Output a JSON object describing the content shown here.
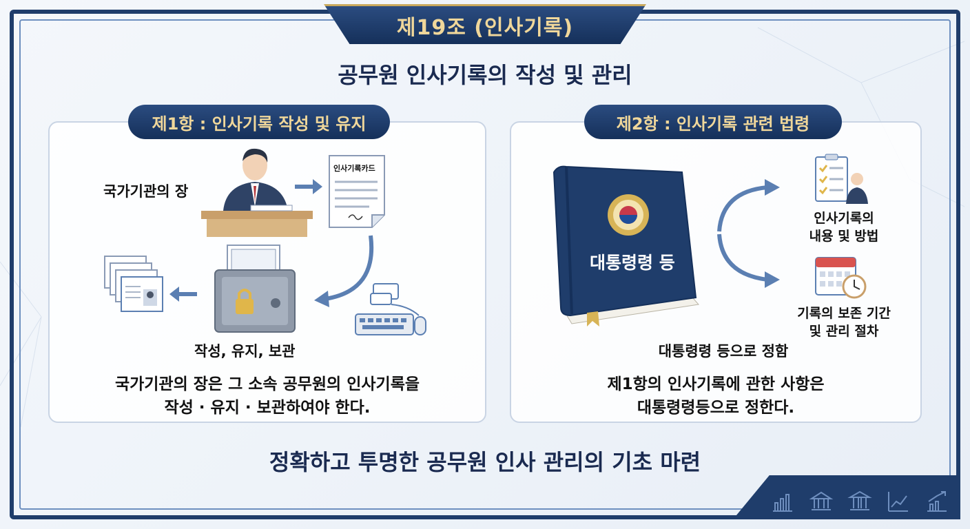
{
  "title": "제19조 (인사기록)",
  "subtitle": "공무원 인사기록의 작성 및 관리",
  "section1": {
    "heading": "제1항 : 인사기록 작성 및 유지",
    "actor_label": "국가기관의 장",
    "card_label": "인사기록카드",
    "process_label": "작성, 유지, 보관",
    "description_line1": "국가기관의 장은 그 소속 공무원의 인사기록을",
    "description_line2": "작성 · 유지 · 보관하여야 한다."
  },
  "section2": {
    "heading": "제2항 : 인사기록 관련 법령",
    "book_label": "대통령령 등",
    "item1_line1": "인사기록의",
    "item1_line2": "내용 및 방법",
    "item2_line1": "기록의 보존 기간",
    "item2_line2": "및 관리 절차",
    "process_label": "대통령령 등으로 정함",
    "description_line1": "제1항의 인사기록에 관한 사항은",
    "description_line2": "대통령령등으로 정한다."
  },
  "footer": "정확하고 투명한 공무원 인사 관리의 기초 마련",
  "colors": {
    "navy": "#1f3d6b",
    "gold": "#f0d79a",
    "text": "#1a2a50"
  }
}
